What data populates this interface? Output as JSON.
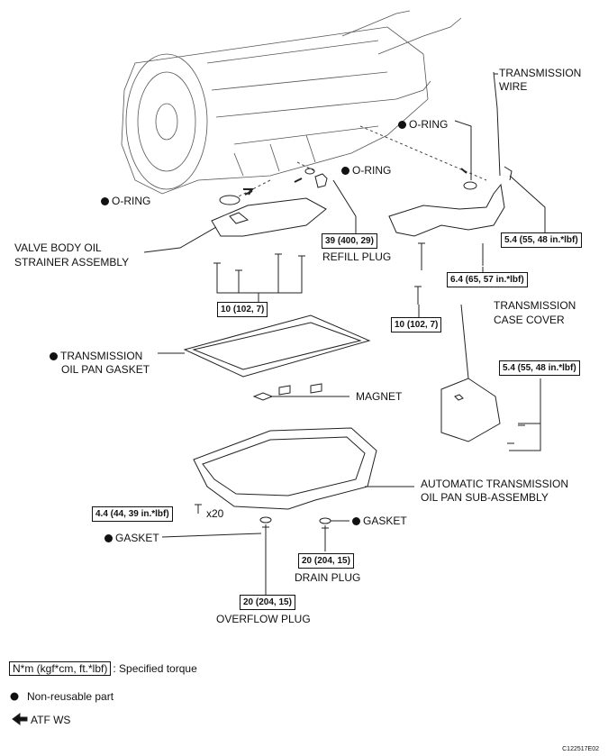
{
  "labels": {
    "o_ring_1": "O-RING",
    "o_ring_2": "O-RING",
    "o_ring_3": "O-RING",
    "transmission_wire": "TRANSMISSION",
    "transmission_wire_2": "WIRE",
    "valve_body_1": "VALVE BODY OIL",
    "valve_body_2": "STRAINER ASSEMBLY",
    "refill_plug": "REFILL PLUG",
    "pan_gasket_1": "TRANSMISSION",
    "pan_gasket_2": "OIL PAN GASKET",
    "magnet": "MAGNET",
    "case_cover_1": "TRANSMISSION",
    "case_cover_2": "CASE COVER",
    "oil_pan_1": "AUTOMATIC TRANSMISSION",
    "oil_pan_2": "OIL PAN SUB-ASSEMBLY",
    "gasket_left": "GASKET",
    "gasket_right": "GASKET",
    "drain_plug": "DRAIN PLUG",
    "overflow_plug": "OVERFLOW PLUG",
    "x20": "x20"
  },
  "torques": {
    "refill": "39 (400, 29)",
    "wire_bolt": "5.4 (55, 48 in.*lbf)",
    "bracket": "6.4 (65, 57 in.*lbf)",
    "strainer": "10 (102, 7)",
    "right_bolt": "10 (102, 7)",
    "cover": "5.4 (55, 48 in.*lbf)",
    "pan_bolts": "4.4 (44, 39 in.*lbf)",
    "drain": "20 (204, 15)",
    "overflow": "20 (204, 15)"
  },
  "legend": {
    "torque_unit": "N*m (kgf*cm, ft.*lbf)",
    "torque_desc": ": Specified torque",
    "nonreusable": "Non-reusable part",
    "atf": "ATF WS"
  },
  "figure_code": "C122517E02"
}
